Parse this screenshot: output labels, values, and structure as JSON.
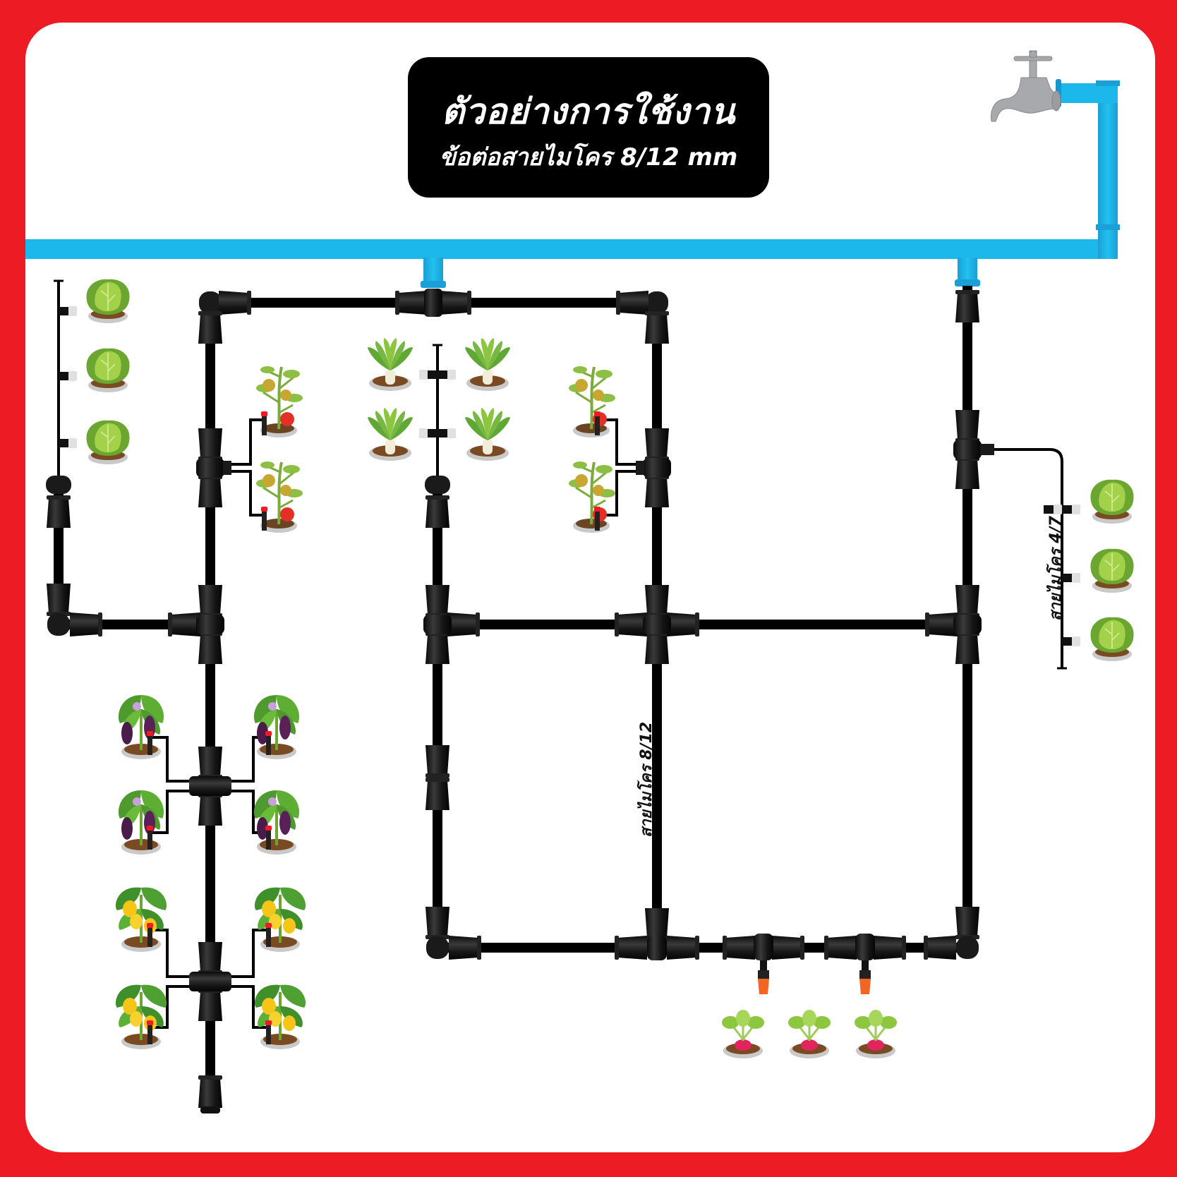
{
  "title": {
    "main": "ตัวอย่างการใช้งาน",
    "sub": "ข้อต่อสายไมโคร 8/12 mm"
  },
  "labels": {
    "micro_8_12": "สายไมโคร 8/12",
    "micro_4_7": "สายไมโคร 4/7"
  },
  "colors": {
    "frame": "#ed1c24",
    "panel": "#ffffff",
    "main_pipe": "#1cb8ec",
    "main_pipe_dark": "#1a9fd6",
    "micro_pipe": "#000000",
    "fitting": "#1a1a1a",
    "faucet": "#a7a9ac",
    "dripper_tip": "#f26522",
    "stake_tip": "#ed1c24"
  },
  "components": {
    "water_source": "faucet",
    "main_line": "blue supply pipe",
    "fittings": [
      "elbow",
      "tee",
      "cross",
      "end-cap",
      "reducer tee"
    ],
    "drippers": [
      "stake dripper",
      "orange nozzle dripper",
      "mini sprayer"
    ]
  },
  "plant_groups": [
    {
      "plant": "lettuce",
      "count": 3,
      "location": "top-left"
    },
    {
      "plant": "tomato",
      "count": 2,
      "location": "left-main-tee"
    },
    {
      "plant": "daikon",
      "count": 4,
      "location": "center-top"
    },
    {
      "plant": "tomato",
      "count": 2,
      "location": "center-right-tee"
    },
    {
      "plant": "lettuce",
      "count": 3,
      "location": "right-4/7-line"
    },
    {
      "plant": "eggplant",
      "count": 4,
      "location": "left-cross-1"
    },
    {
      "plant": "bell-pepper",
      "count": 4,
      "location": "left-cross-2"
    },
    {
      "plant": "radish",
      "count": 3,
      "location": "bottom-drippers"
    }
  ]
}
